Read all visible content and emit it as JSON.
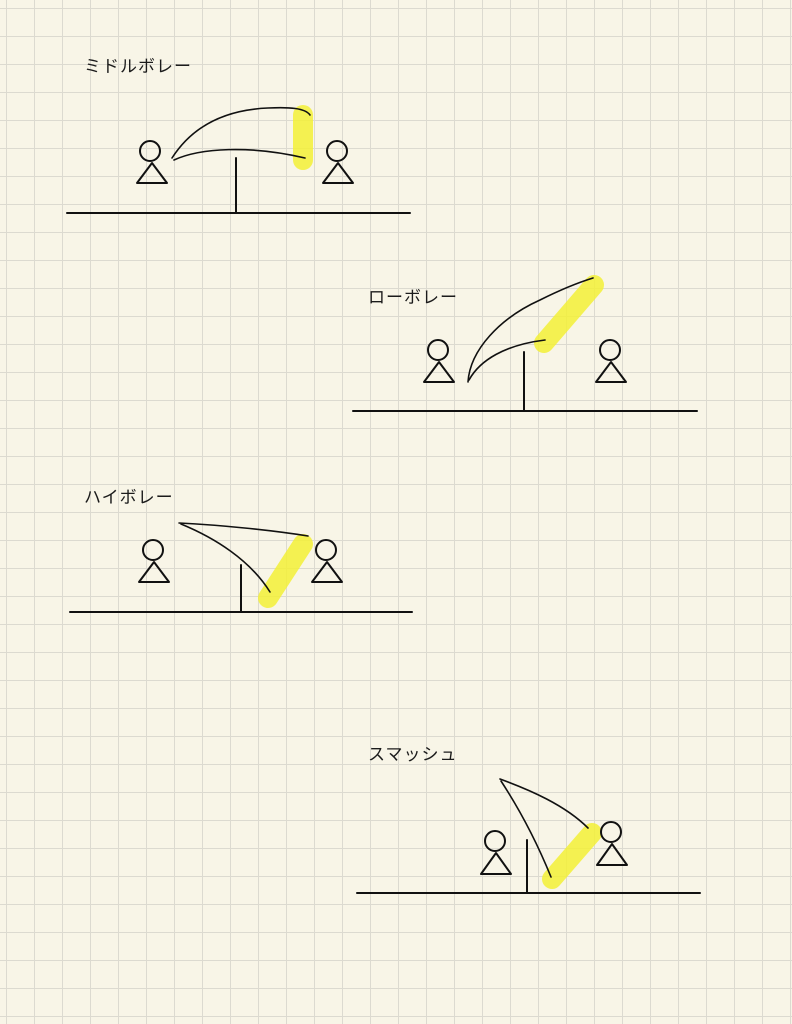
{
  "panels": [
    {
      "id": "middle-volley",
      "title": "ミドルボレー"
    },
    {
      "id": "low-volley",
      "title": "ローボレー"
    },
    {
      "id": "high-volley",
      "title": "ハイボレー"
    },
    {
      "id": "smash",
      "title": "スマッシュ"
    }
  ],
  "colors": {
    "ink": "#111111",
    "highlight": "#f3f036",
    "paper": "#f8f5e7",
    "grid": "#dcdad0"
  }
}
